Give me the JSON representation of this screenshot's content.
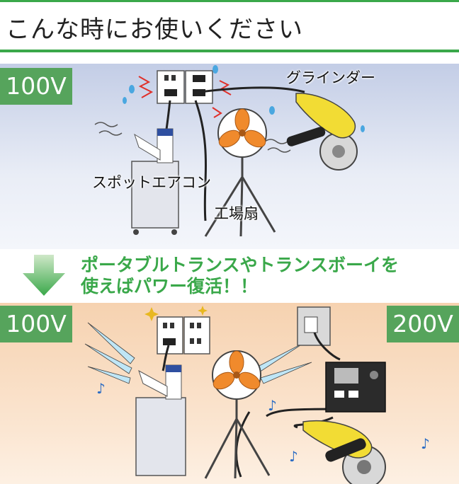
{
  "header": {
    "title": "こんな時にお使いください"
  },
  "top_panel": {
    "voltage_badge": "100V",
    "labels": {
      "grinder": "グラインダー",
      "aircon": "スポットエアコン",
      "fan": "工場扇"
    }
  },
  "middle": {
    "message_line1": "ポータブルトランスやトランスボーイを",
    "message_line2": "使えばパワー復活！！"
  },
  "bottom_panel": {
    "left_voltage_badge": "100V",
    "right_voltage_badge": "200V"
  },
  "colors": {
    "accent_green": "#3aa84a",
    "badge_green": "#56a45c",
    "fan_orange": "#f08a2c",
    "grinder_yellow": "#f2dc34"
  }
}
